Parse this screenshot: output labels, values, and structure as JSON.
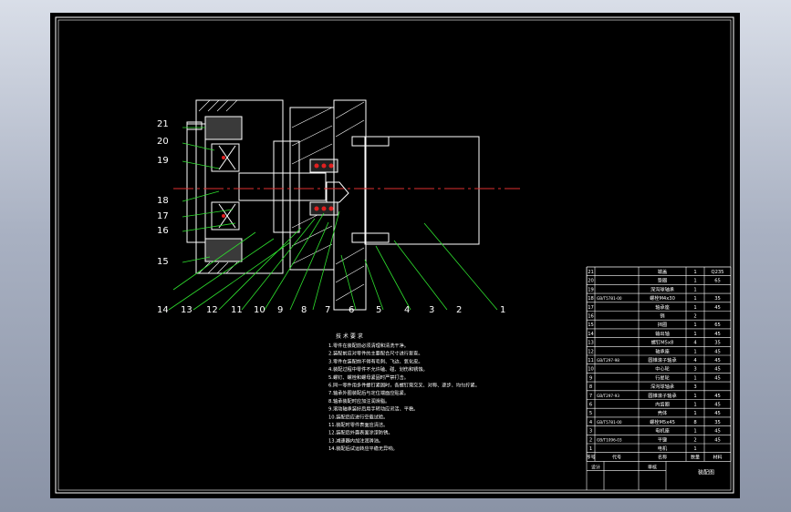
{
  "drawing": {
    "callouts_left": [
      "21",
      "20",
      "19",
      "18",
      "17",
      "16",
      "15"
    ],
    "callouts_bottom": [
      "14",
      "13",
      "12",
      "11",
      "10",
      "9",
      "8",
      "7",
      "6",
      "5",
      "4",
      "3",
      "2",
      "1"
    ],
    "notes": {
      "title": "技 术 要 求",
      "lines": [
        "1.零件在装配前必须清理和清洗干净。",
        "2.装配前应对零件的主要配合尺寸进行复查。",
        "3.零件在装配前不得有毛刺、飞边、氧化皮。",
        "4.装配过程中零件不允许磕、碰、划伤和锈蚀。",
        "5.螺钉、螺栓和螺母紧固时严禁打击。",
        "6.同一零件用多件螺钉紧固时，各螺钉需交叉、对称、逐步、均匀拧紧。",
        "7.轴承外圈装配后与定位端面应贴紧。",
        "8.轴承装配时应加注润滑脂。",
        "9.滚动轴承装好后用手转动应灵活、平稳。",
        "10.装配后应进行空载试验。",
        "11.装配时零件表面应清洁。",
        "12.装配后外露表面涂漆防锈。",
        "13.减速器内加注润滑油。",
        "14.装配后试运转应平稳无异响。"
      ]
    },
    "bom": {
      "rows": [
        {
          "no": "21",
          "code": "",
          "name": "端盖",
          "qty": "1",
          "mat": "Q235"
        },
        {
          "no": "20",
          "code": "",
          "name": "垫圈",
          "qty": "1",
          "mat": "65"
        },
        {
          "no": "19",
          "code": "",
          "name": "深沟球轴承",
          "qty": "1",
          "mat": ""
        },
        {
          "no": "18",
          "code": "GB/T5781-00",
          "name": "螺栓M4x30",
          "qty": "1",
          "mat": "35"
        },
        {
          "no": "17",
          "code": "",
          "name": "轴承座",
          "qty": "1",
          "mat": "45"
        },
        {
          "no": "16",
          "code": "",
          "name": "销",
          "qty": "2",
          "mat": ""
        },
        {
          "no": "15",
          "code": "",
          "name": "挡圈",
          "qty": "1",
          "mat": "65"
        },
        {
          "no": "14",
          "code": "",
          "name": "输出轴",
          "qty": "1",
          "mat": "45"
        },
        {
          "no": "13",
          "code": "",
          "name": "螺钉M5x8",
          "qty": "4",
          "mat": "35"
        },
        {
          "no": "12",
          "code": "",
          "name": "轴承座",
          "qty": "1",
          "mat": "45"
        },
        {
          "no": "11",
          "code": "GB/T297-98",
          "name": "圆锥滚子轴承",
          "qty": "4",
          "mat": "45"
        },
        {
          "no": "10",
          "code": "",
          "name": "中心轮",
          "qty": "3",
          "mat": "45"
        },
        {
          "no": "9",
          "code": "",
          "name": "行星轮",
          "qty": "1",
          "mat": "45"
        },
        {
          "no": "8",
          "code": "",
          "name": "深沟球轴承",
          "qty": "3",
          "mat": ""
        },
        {
          "no": "7",
          "code": "GB/T297-93",
          "name": "圆锥滚子轴承",
          "qty": "1",
          "mat": "45"
        },
        {
          "no": "6",
          "code": "",
          "name": "内齿圈",
          "qty": "1",
          "mat": "45"
        },
        {
          "no": "5",
          "code": "",
          "name": "壳体",
          "qty": "1",
          "mat": "45"
        },
        {
          "no": "4",
          "code": "GB/T5781-00",
          "name": "螺栓M5x45",
          "qty": "8",
          "mat": "35"
        },
        {
          "no": "3",
          "code": "",
          "name": "电机座",
          "qty": "1",
          "mat": "45"
        },
        {
          "no": "2",
          "code": "GB/T1096-03",
          "name": "平键",
          "qty": "2",
          "mat": "45"
        },
        {
          "no": "1",
          "code": "",
          "name": "电机",
          "qty": "1",
          "mat": ""
        }
      ],
      "header": {
        "no": "序号",
        "code": "代号",
        "name": "名称",
        "qty": "数量",
        "mat": "材料"
      },
      "title_block": {
        "drawing_name": "装配图",
        "left": "设计",
        "sub": "审核"
      }
    }
  }
}
